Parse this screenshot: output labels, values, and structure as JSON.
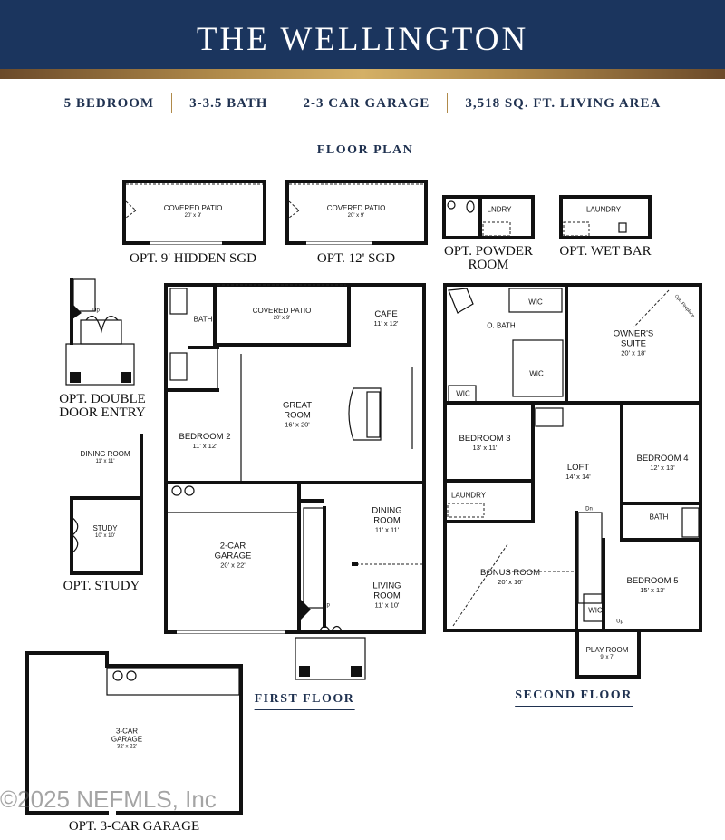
{
  "header": {
    "title": "THE WELLINGTON"
  },
  "specs": [
    "5 BEDROOM",
    "3-3.5 BATH",
    "2-3 CAR GARAGE",
    "3,518 SQ. FT. LIVING AREA"
  ],
  "section_title": "FLOOR PLAN",
  "colors": {
    "header_bg": "#1b355e",
    "accent_gold": "#b08a4a",
    "text_navy": "#1f3150"
  },
  "options": {
    "hidden_sgd": {
      "caption": "OPT. 9' HIDDEN SGD",
      "room": "COVERED PATIO",
      "dims": "20' x 9'"
    },
    "sgd_12": {
      "caption": "OPT. 12' SGD",
      "room": "COVERED PATIO",
      "dims": "20' x 9'"
    },
    "powder": {
      "caption_line1": "OPT. POWDER",
      "caption_line2": "ROOM",
      "room": "LNDRY"
    },
    "wet_bar": {
      "caption": "OPT. WET BAR",
      "room": "LAUNDRY"
    },
    "double_door": {
      "caption_line1": "OPT. DOUBLE",
      "caption_line2": "DOOR ENTRY",
      "stair": "Up"
    },
    "study": {
      "caption": "OPT. STUDY",
      "dining": "DINING ROOM",
      "dining_dims": "11' x 11'",
      "room": "STUDY",
      "dims": "10' x 10'"
    },
    "garage3": {
      "caption": "OPT. 3-CAR GARAGE",
      "room": "3-CAR GARAGE",
      "dims": "32' x 22'"
    }
  },
  "first_floor": {
    "label": "FIRST FLOOR",
    "rooms": {
      "patio": {
        "name": "COVERED PATIO",
        "dims": "20' x 9'"
      },
      "cafe": {
        "name": "CAFE",
        "dims": "11' x 12'"
      },
      "bath": {
        "name": "BATH"
      },
      "great": {
        "name": "GREAT ROOM",
        "dims": "16' x 20'"
      },
      "bed2": {
        "name": "BEDROOM 2",
        "dims": "11' x 12'"
      },
      "garage": {
        "name": "2-CAR GARAGE",
        "dims": "20' x 22'"
      },
      "dining": {
        "name": "DINING ROOM",
        "dims": "11' x 11'"
      },
      "living": {
        "name": "LIVING ROOM",
        "dims": "11' x 10'"
      },
      "stair": {
        "name": "Up"
      }
    }
  },
  "second_floor": {
    "label": "SECOND FLOOR",
    "rooms": {
      "owner": {
        "name": "OWNER'S SUITE",
        "dims": "20' x 18'"
      },
      "fireplace": {
        "name": "Opt. Fireplace"
      },
      "wic1": {
        "name": "WIC"
      },
      "obath": {
        "name": "O. BATH"
      },
      "wic2": {
        "name": "WIC"
      },
      "wic3": {
        "name": "WIC"
      },
      "bed3": {
        "name": "BEDROOM 3",
        "dims": "13' x 11'"
      },
      "loft": {
        "name": "LOFT",
        "dims": "14' x 14'"
      },
      "bed4": {
        "name": "BEDROOM 4",
        "dims": "12' x 13'"
      },
      "laundry": {
        "name": "LAUNDRY"
      },
      "bath": {
        "name": "BATH"
      },
      "bonus": {
        "name": "BONUS ROOM",
        "dims": "20' x 16'"
      },
      "bed5": {
        "name": "BEDROOM 5",
        "dims": "15' x 13'"
      },
      "wic4": {
        "name": "WIC"
      },
      "dn": {
        "name": "Dn"
      },
      "up": {
        "name": "Up"
      },
      "play": {
        "name": "PLAY ROOM",
        "dims": "9' x 7'"
      }
    }
  },
  "watermark": "©2025 NEFMLS, Inc"
}
